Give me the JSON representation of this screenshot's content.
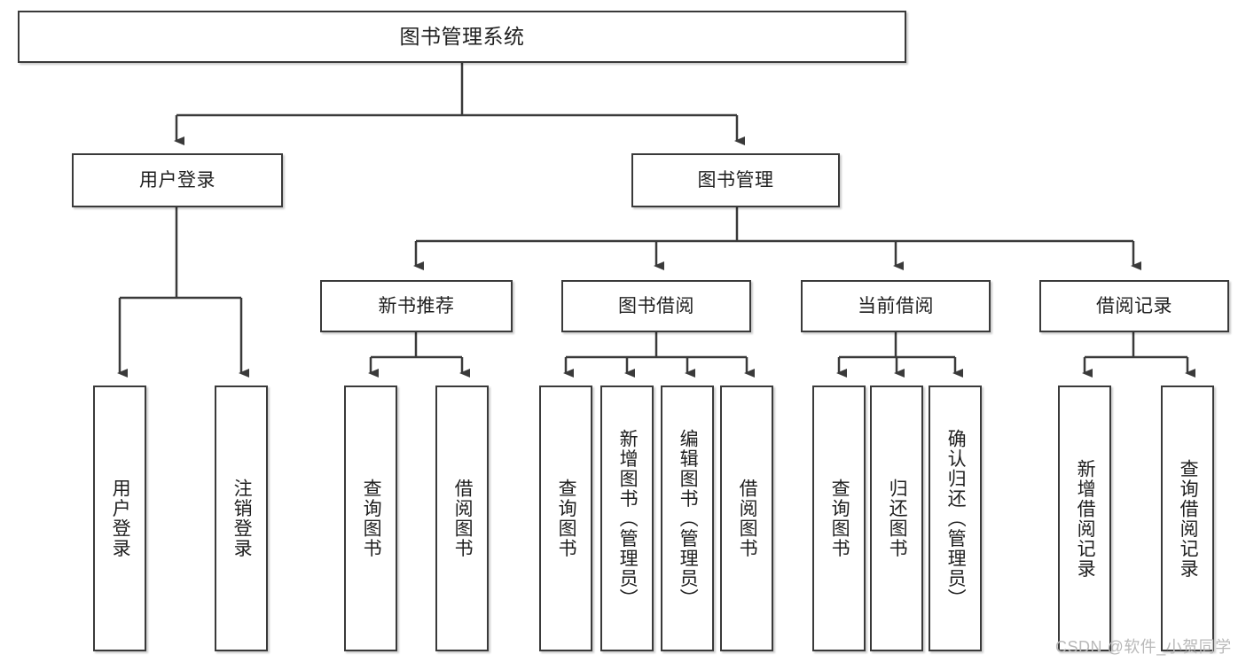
{
  "diagram": {
    "type": "tree",
    "title": "图书管理系统",
    "orientation": "top-down",
    "line_color": "#3a3a3a",
    "box_fill": "#ffffff",
    "text_color": "#1f1f1f",
    "root": {
      "label": "图书管理系统"
    },
    "level2": [
      {
        "label": "用户登录"
      },
      {
        "label": "图书管理"
      }
    ],
    "level3": [
      {
        "label": "新书推荐"
      },
      {
        "label": "图书借阅"
      },
      {
        "label": "当前借阅"
      },
      {
        "label": "借阅记录"
      }
    ],
    "leaves": {
      "user_login": [
        {
          "label": "用户登录"
        },
        {
          "label": "注销登录"
        }
      ],
      "new_book_recommend": [
        {
          "label": "查询图书"
        },
        {
          "label": "借阅图书"
        }
      ],
      "book_borrow": [
        {
          "label": "查询图书"
        },
        {
          "label": "新增图书（管理员）"
        },
        {
          "label": "编辑图书（管理员）"
        },
        {
          "label": "借阅图书"
        }
      ],
      "current_borrow": [
        {
          "label": "查询图书"
        },
        {
          "label": "归还图书"
        },
        {
          "label": "确认归还（管理员）"
        }
      ],
      "borrow_record": [
        {
          "label": "新增借阅记录"
        },
        {
          "label": "查询借阅记录"
        }
      ]
    }
  },
  "watermark": {
    "text": "CSDN @软件_小贺同学"
  }
}
